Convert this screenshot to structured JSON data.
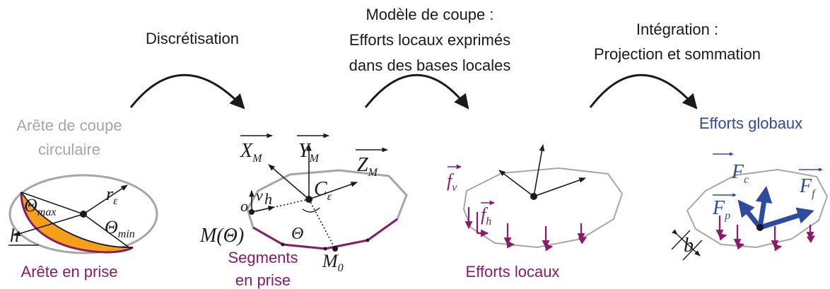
{
  "steps": {
    "discretisation": "Discrétisation",
    "modele_line1": "Modèle de coupe :",
    "modele_line2": "Efforts locaux exprimés",
    "modele_line3": "dans des bases locales",
    "integration_line1": "Intégration :",
    "integration_line2": "Projection et sommation"
  },
  "panel1": {
    "title_line1": "Arête de coupe",
    "title_line2": "circulaire",
    "theta_max": "Θ",
    "theta_max_sub": "max",
    "theta_min": "Θ",
    "theta_min_sub": "min",
    "r": "r",
    "r_sub": "ε",
    "h": "h",
    "caption": "Arête en prise"
  },
  "panel2": {
    "XM": "X",
    "XM_sub": "M",
    "YM": "Y",
    "YM_sub": "M",
    "ZM": "Z",
    "ZM_sub": "M",
    "C": "C",
    "C_sub": "ε",
    "o": "o",
    "v": "v",
    "h": "h",
    "theta": "Θ",
    "M_theta": "M(Θ)",
    "M0": "M",
    "M0_sub": "0",
    "caption_line1": "Segments",
    "caption_line2": "en prise"
  },
  "panel3": {
    "fv": "f",
    "fv_sub": "v",
    "fh": "f",
    "fh_sub": "h",
    "caption": "Efforts locaux"
  },
  "panel4": {
    "title": "Efforts globaux",
    "Fc": "F",
    "Fc_sub": "c",
    "Ff": "F",
    "Ff_sub": "f",
    "Fp": "F",
    "Fp_sub": "p",
    "b": "b"
  },
  "colors": {
    "black": "#1a1a1a",
    "gray": "#a6a6a6",
    "purple": "#8b1a6b",
    "orange": "#f5a01a",
    "blue": "#2f4ba0"
  }
}
